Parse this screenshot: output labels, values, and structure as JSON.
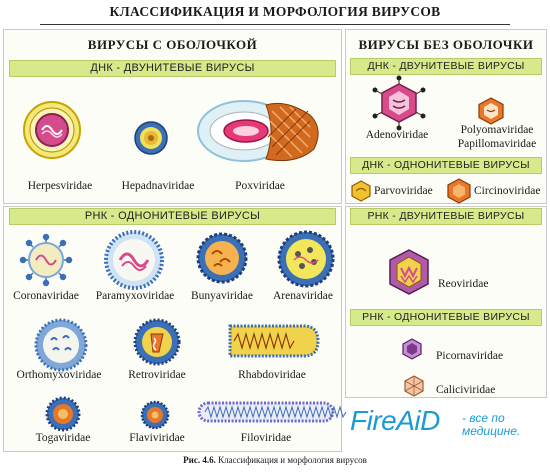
{
  "title": "КЛАССИФИКАЦИЯ И МОРФОЛОГИЯ ВИРУСОВ",
  "enveloped": {
    "header": "ВИРУСЫ С ОБОЛОЧКОЙ",
    "dna_bar": "ДНК - ДВУНИТЕВЫЕ ВИРУСЫ",
    "dna_viruses": [
      "Herpesviridae",
      "Hepadnaviridae",
      "Poxviridae"
    ],
    "rna_bar": "РНК - ОДНОНИТЕВЫЕ ВИРУСЫ",
    "rna_row1": [
      "Coronaviridae",
      "Paramyxoviridae",
      "Bunyaviridae",
      "Arenaviridae"
    ],
    "rna_row2": [
      "Orthomyxoviridae",
      "Retroviridae",
      "Rhabdoviridae"
    ],
    "rna_row3": [
      "Togaviridae",
      "Flaviviridae",
      "Filoviridae"
    ]
  },
  "naked": {
    "header": "ВИРУСЫ БЕЗ ОБОЛОЧКИ",
    "dna_ds_bar": "ДНК - ДВУНИТЕВЫЕ ВИРУСЫ",
    "adeno": "Adenoviridae",
    "polyoma": "Polyomaviridae",
    "papilloma": "Papillomaviridae",
    "dna_ss_bar": "ДНК - ОДНОНИТЕВЫЕ ВИРУСЫ",
    "parvo": "Parvoviridae",
    "circino": "Circinoviridae",
    "rna_ds_bar": "РНК - ДВУНИТЕВЫЕ ВИРУСЫ",
    "reo": "Reoviridae",
    "rna_ss_bar": "РНК - ОДНОНИТЕВЫЕ ВИРУСЫ",
    "picorna": "Picornaviridae",
    "calici": "Caliciviridae"
  },
  "caption_prefix": "Рис. 4.6.",
  "caption_text": "Классификация и морфология вирусов",
  "brand": "FireAiD",
  "brand_note_1": "- все по",
  "brand_note_2": "медицине.",
  "colors": {
    "bar": "#d6e98b",
    "brand": "#1c9ad6",
    "envelope_blue": "#3b6fb6",
    "envelope_orange": "#e8772a"
  }
}
